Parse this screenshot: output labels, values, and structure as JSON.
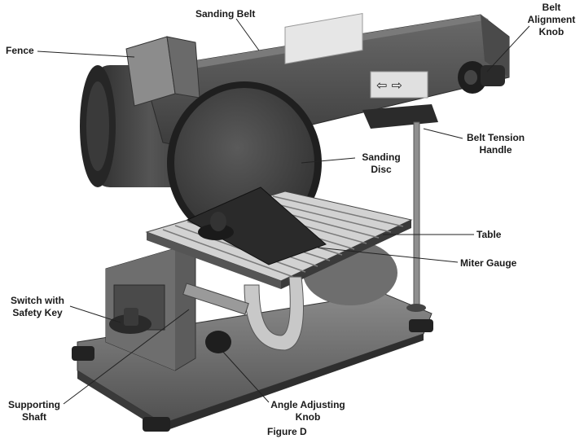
{
  "labels": {
    "sanding_belt": "Sanding Belt",
    "fence": "Fence",
    "belt_alignment_knob": [
      "Belt",
      "Alignment",
      "Knob"
    ],
    "belt_tension_handle": [
      "Belt Tension",
      "Handle"
    ],
    "sanding_disc": [
      "Sanding",
      "Disc"
    ],
    "table": "Table",
    "miter_gauge": "Miter Gauge",
    "switch_safety_key": [
      "Switch with",
      "Safety Key"
    ],
    "supporting_shaft": [
      "Supporting",
      "Shaft"
    ],
    "angle_adjusting_knob": [
      "Angle Adjusting",
      "Knob"
    ],
    "figure": "Figure D"
  },
  "colors": {
    "body_dark": "#3a3a3a",
    "body_mid": "#5a5a5a",
    "body_light": "#8a8a8a",
    "disc": "#444444",
    "base": "#6b6b6b",
    "table_steel": "#cfcfcf",
    "leader": "#222222"
  }
}
